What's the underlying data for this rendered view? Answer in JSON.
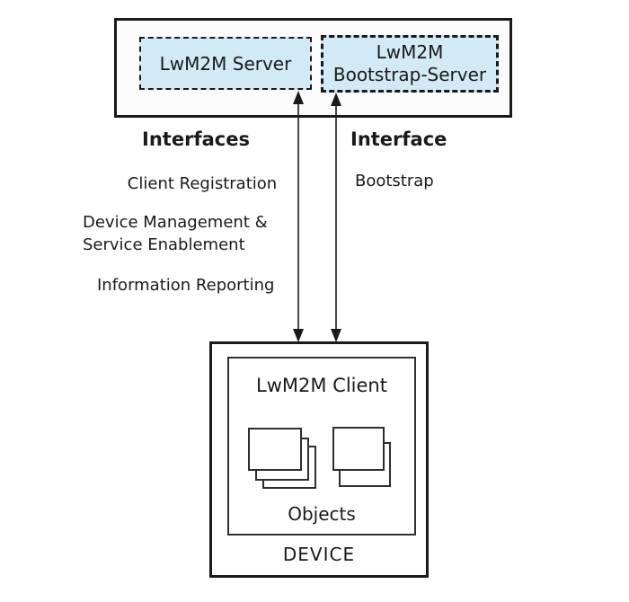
{
  "colors": {
    "server_box_fill": "#d2eaf5",
    "line_color": "#1a1a1a",
    "container_fill": "#fbfbfb"
  },
  "servers": {
    "server_box_label": "LwM2M Server",
    "bootstrap_box_line1": "LwM2M",
    "bootstrap_box_line2": "Bootstrap-Server"
  },
  "interfaces_left": {
    "heading": "Interfaces",
    "client_registration": "Client Registration",
    "device_management_line1": "Device Management &",
    "device_management_line2": "Service Enablement",
    "information_reporting": "Information Reporting"
  },
  "interfaces_right": {
    "heading": "Interface",
    "bootstrap": "Bootstrap"
  },
  "device": {
    "client_label": "LwM2M Client",
    "objects_label": "Objects",
    "device_label": "DEVICE"
  },
  "icons": {
    "left_objects_icon": "stacked-rectangles-3",
    "right_objects_icon": "stacked-rectangles-2",
    "arrows": "double-headed-vertical-arrows"
  }
}
